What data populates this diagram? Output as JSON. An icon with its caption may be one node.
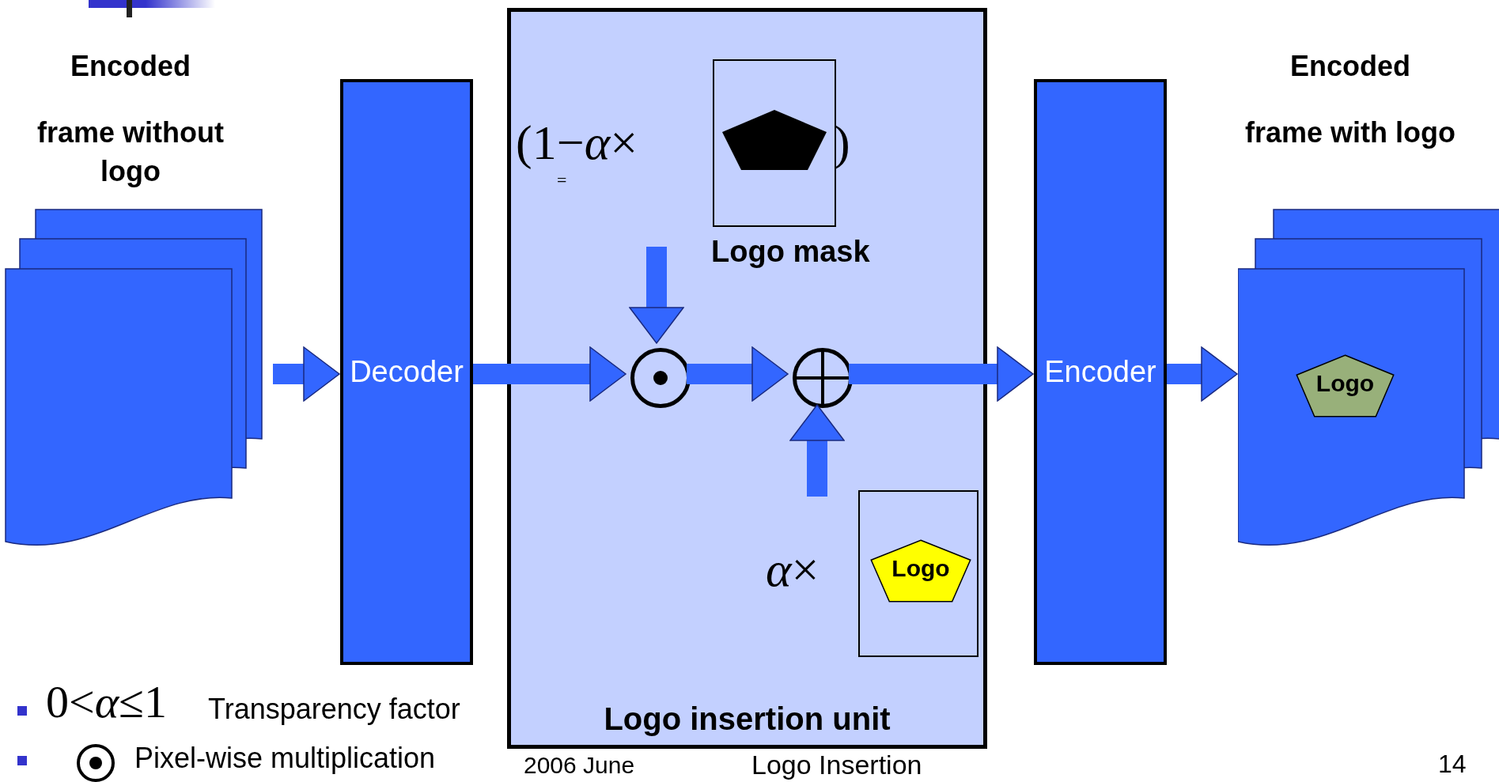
{
  "diagram": {
    "nodes": [
      {
        "text": [
          "Encoded",
          "frame without logo"
        ]
      },
      {
        "text": [
          "Decoder"
        ]
      },
      {
        "text": [
          "Logo insertion unit"
        ]
      },
      {
        "text": [],
        "shape": "circle",
        "in": 2
      },
      {
        "text": [],
        "shape": "circle",
        "in": 2
      },
      {
        "text": [
          "Logo mask"
        ],
        "in": 2
      },
      {
        "text": [],
        "shape": "box",
        "in": 2
      },
      {
        "text": [
          "Logo"
        ],
        "in": 6
      },
      {
        "text": [
          "Encoder"
        ]
      },
      {
        "text": [
          "Encoded",
          "frame with logo"
        ]
      },
      {
        "text": [
          "Logo"
        ],
        "in": 9
      }
    ],
    "edges": [
      {
        "from": 0,
        "to": 1,
        "arrow": "to"
      },
      {
        "from": 1,
        "to": 3,
        "arrow": "to"
      },
      {
        "from": null,
        "to": 3,
        "arrow": "to"
      },
      {
        "from": 3,
        "to": 4,
        "arrow": "to"
      },
      {
        "from": null,
        "to": 4,
        "arrow": "to"
      },
      {
        "from": 4,
        "to": 8,
        "arrow": "to"
      },
      {
        "from": 8,
        "to": 9,
        "arrow": "to"
      }
    ],
    "labels": [
      "(1−*α*×",
      "=",
      ")",
      "*α*×",
      "0<*α*≤1",
      "Transparency factor",
      "Pixel-wise multiplication",
      "2006 June",
      "Logo Insertion",
      "14"
    ]
  }
}
